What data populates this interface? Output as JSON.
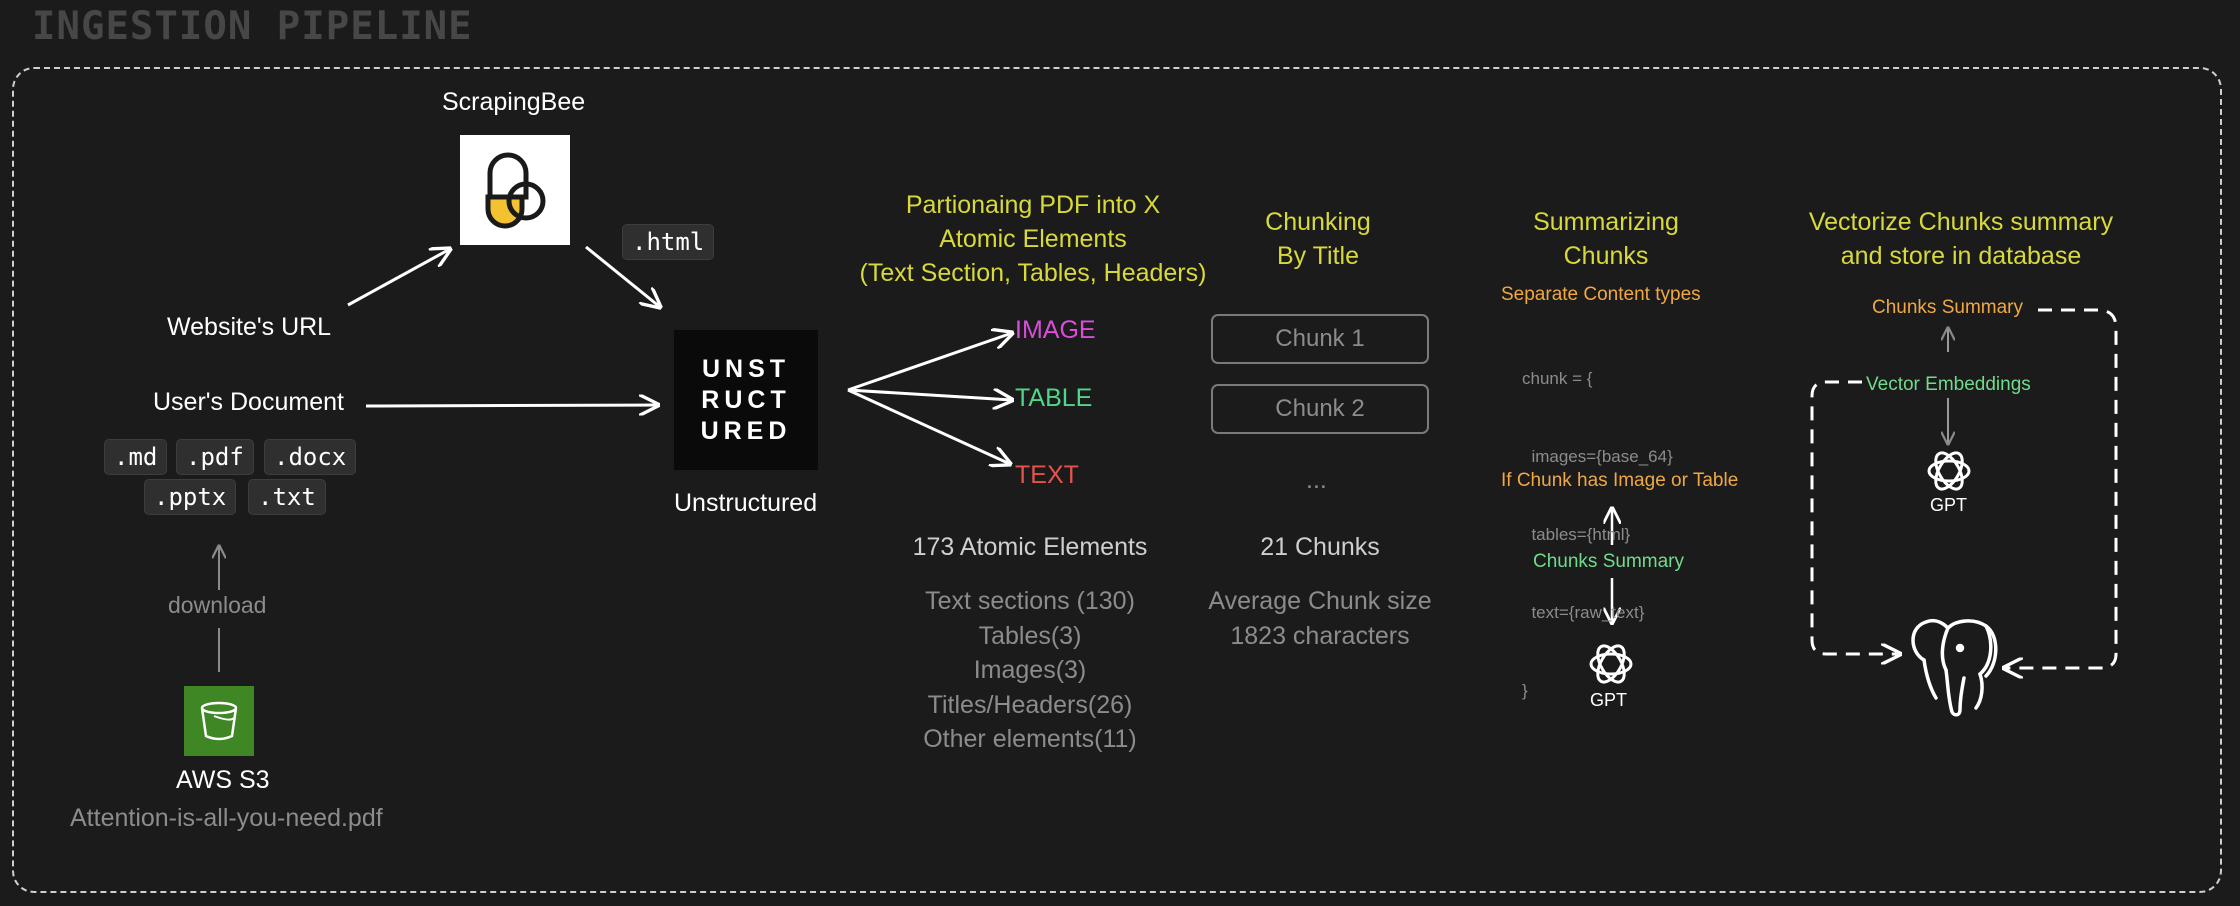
{
  "heading": "INGESTION PIPELINE",
  "sources": {
    "scrapingbee_label": "ScrapingBee",
    "website_url": "Website's URL",
    "users_document": "User's Document",
    "html_chip": ".html",
    "file_types": [
      ".md",
      ".pdf",
      ".docx",
      ".pptx",
      ".txt"
    ],
    "download": "download",
    "s3_label": "AWS S3",
    "s3_file": "Attention-is-all-you-need.pdf"
  },
  "unstructured": {
    "logo_lines": [
      "UNST",
      "RUCT",
      "URED"
    ],
    "label": "Unstructured"
  },
  "partition": {
    "title_lines": [
      "Partionaing PDF into X",
      "Atomic Elements",
      "(Text Section, Tables, Headers)"
    ],
    "elements": [
      "IMAGE",
      "TABLE",
      "TEXT"
    ],
    "total": "173 Atomic Elements",
    "breakdown": [
      "Text sections (130)",
      "Tables(3)",
      "Images(3)",
      "Titles/Headers(26)",
      "Other elements(11)"
    ]
  },
  "chunking": {
    "title_lines": [
      "Chunking",
      "By Title"
    ],
    "chunks": [
      "Chunk 1",
      "Chunk 2"
    ],
    "ellipsis": "...",
    "total": "21 Chunks",
    "avg_lines": [
      "Average Chunk size",
      "1823 characters"
    ]
  },
  "summarizing": {
    "title_lines": [
      "Summarizing",
      "Chunks"
    ],
    "separate": "Separate Content types",
    "code_lines": [
      "chunk = {",
      "  images={base_64}",
      "  tables={html}",
      "  text={raw_text}",
      "}"
    ],
    "condition": "If Chunk has Image or Table",
    "summary": "Chunks Summary",
    "gpt": "GPT"
  },
  "vectorize": {
    "title_lines": [
      "Vectorize Chunks summary",
      "and store in database"
    ],
    "summary": "Chunks Summary",
    "embeddings": "Vector Embeddings",
    "gpt": "GPT"
  },
  "colors": {
    "background": "#1b1b1b",
    "yellow": "#d8d93a",
    "magenta": "#d94ddb",
    "green": "#4fd68a",
    "red": "#e5534b",
    "orange": "#f0a844",
    "mint": "#6fdc8c"
  },
  "icons": [
    "scrapingbee-logo",
    "unstructured-logo",
    "aws-s3-bucket-icon",
    "openai-gpt-icon",
    "postgres-elephant-icon"
  ]
}
